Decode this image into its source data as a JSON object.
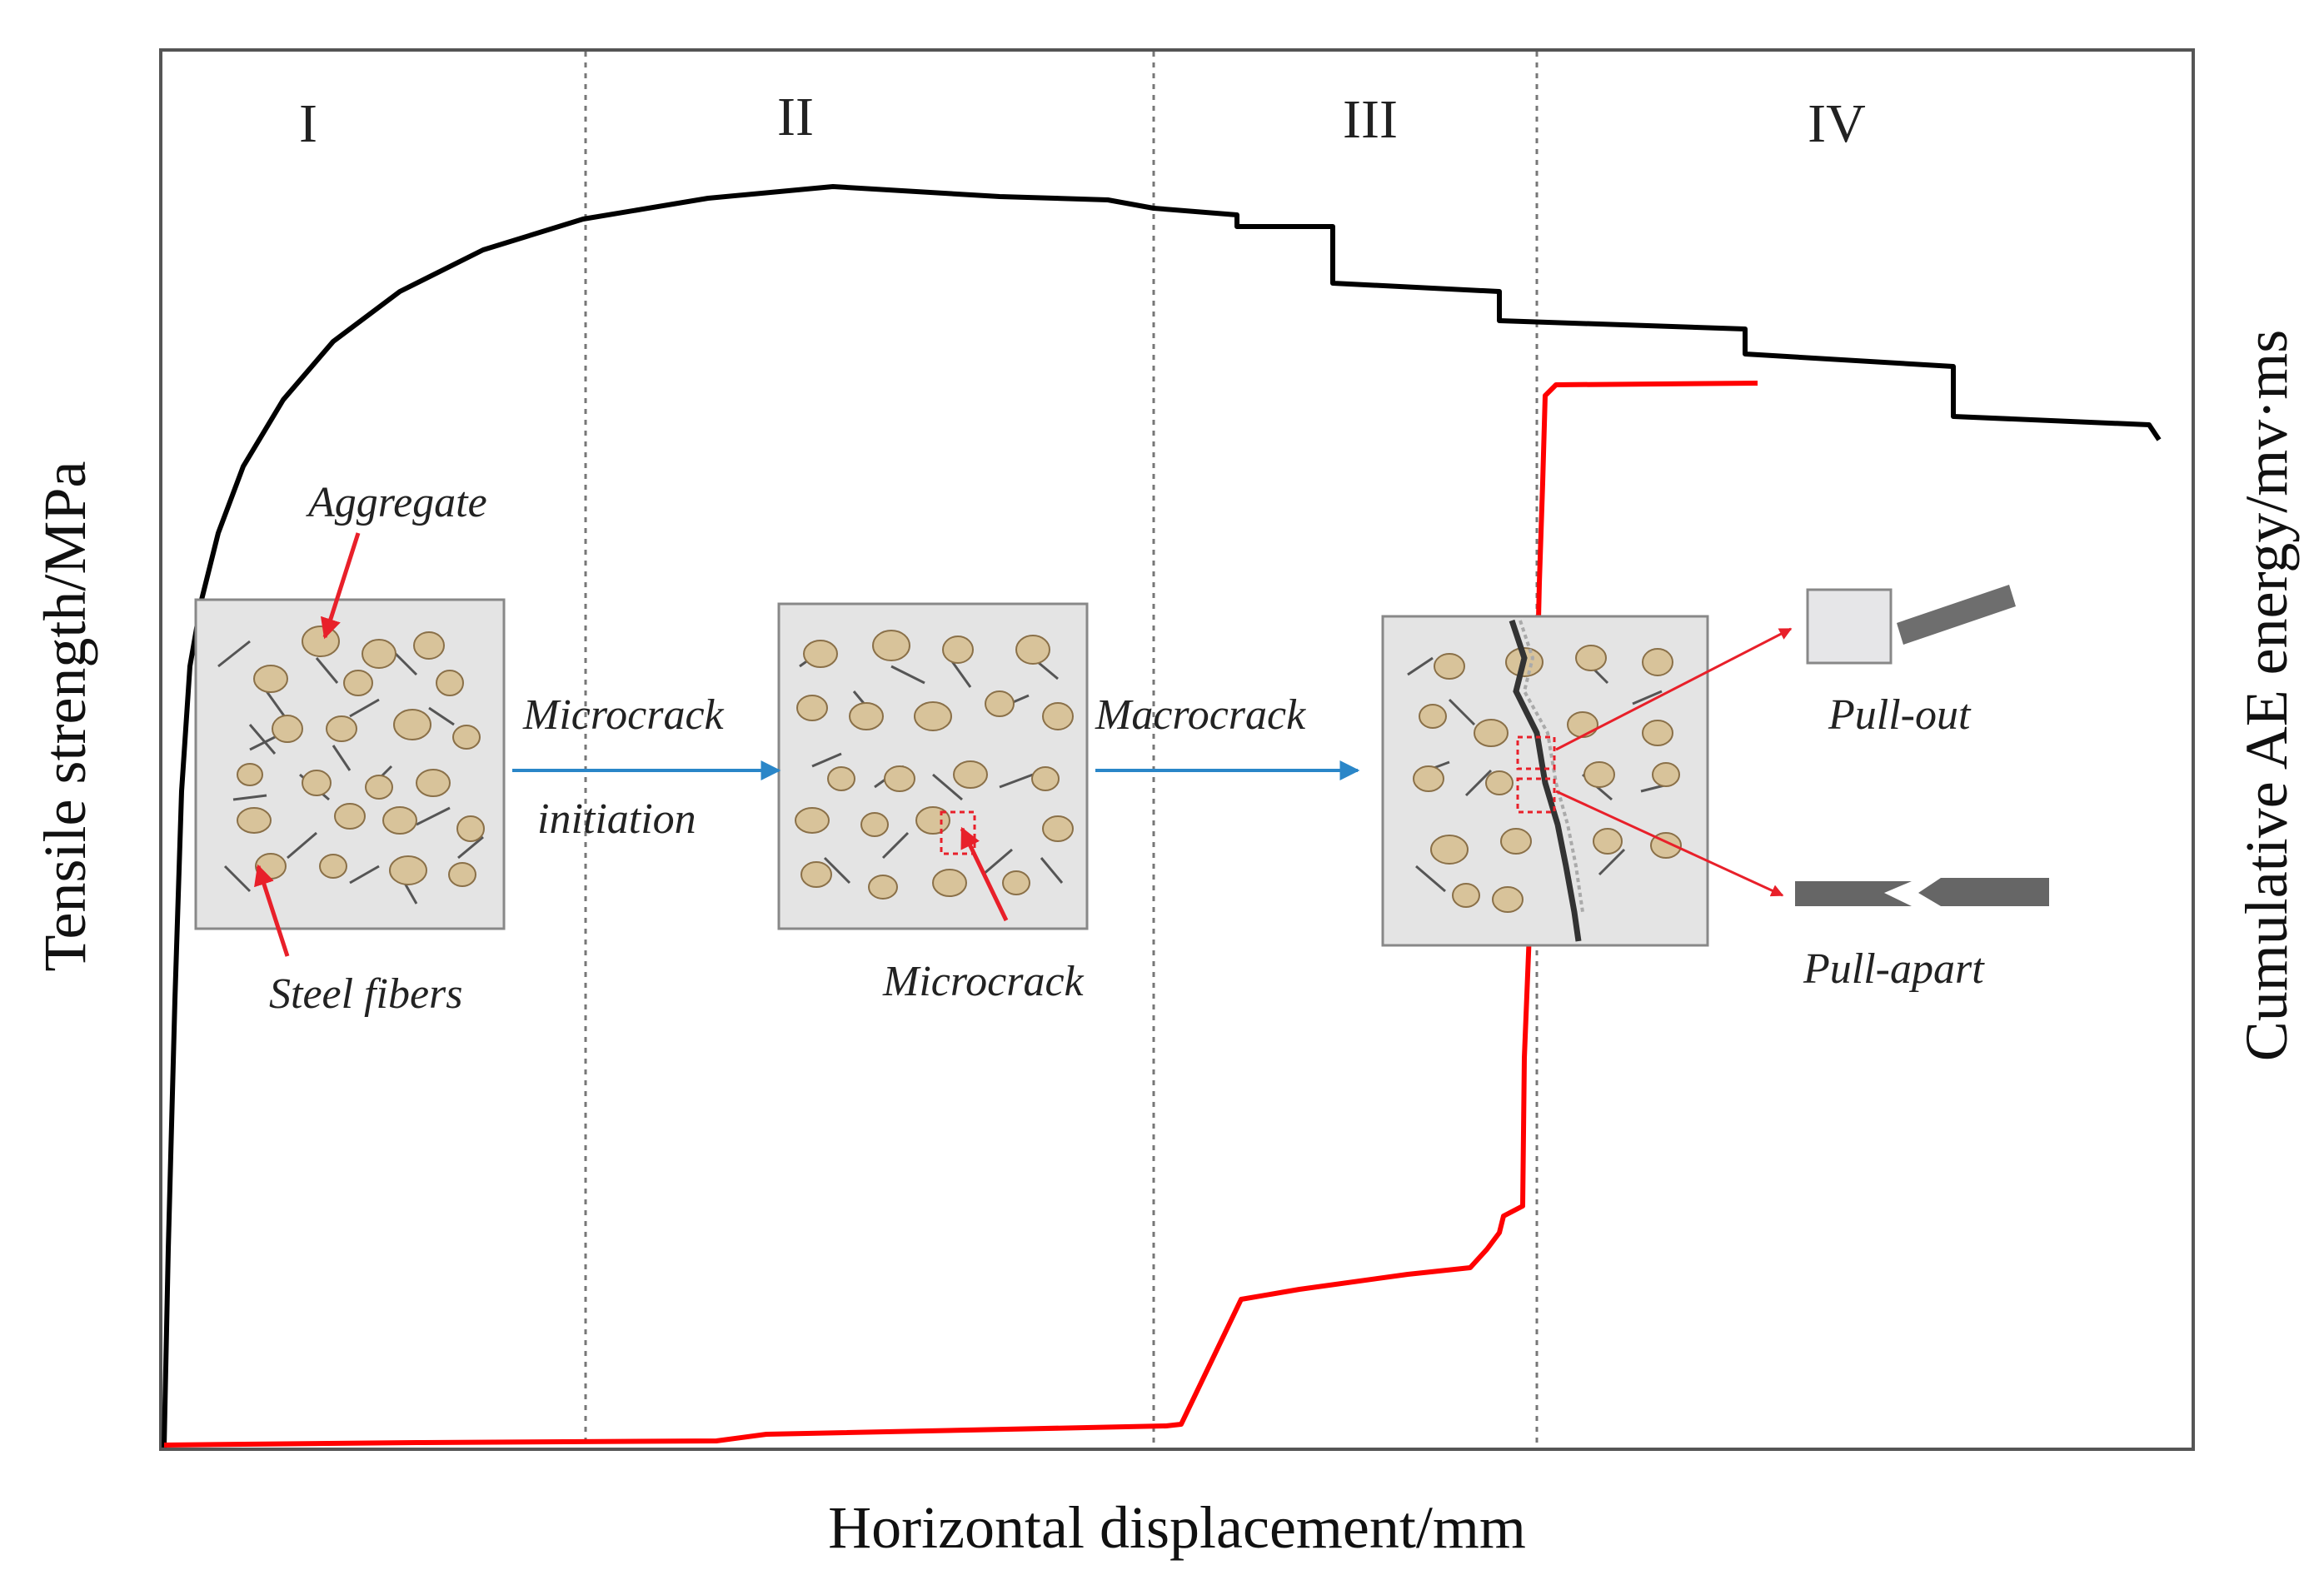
{
  "axes": {
    "xlabel": "Horizontal displacement/mm",
    "ylabel_left": "Tensile strength/MPa",
    "ylabel_right": "Cumulative AE energy/mv·ms"
  },
  "stages": [
    "I",
    "II",
    "III",
    "IV"
  ],
  "annotations": {
    "aggregate": "Aggregate",
    "steel_fibers": "Steel fibers",
    "microcrack_initiation_line1": "Microcrack",
    "microcrack_initiation_line2": "initiation",
    "microcrack": "Microcrack",
    "macrocrack": "Macrocrack",
    "pull_out": "Pull-out",
    "pull_apart": "Pull-apart"
  },
  "colors": {
    "strength_curve": "#000000",
    "ae_curve": "#ff0000",
    "flow_arrow": "#2a86c8",
    "pointer_arrow": "#e8202a",
    "aggregate_fill": "#d8c39a",
    "panel_fill": "#e4e4e4"
  }
}
